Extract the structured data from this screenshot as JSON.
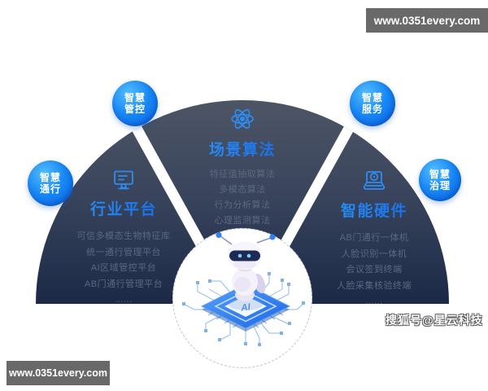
{
  "watermarks": {
    "top_right": "www.0351every.com",
    "bottom_left": "www.0351every.com",
    "credit": "搜狐号@星云科技"
  },
  "badges": {
    "top_left": {
      "line1": "智慧",
      "line2": "管控"
    },
    "top_right": {
      "line1": "智慧",
      "line2": "服务"
    },
    "mid_left": {
      "line1": "智慧",
      "line2": "通行"
    },
    "mid_right": {
      "line1": "智慧",
      "line2": "治理"
    }
  },
  "sections": {
    "left": {
      "icon": "monitor-icon",
      "title": "行业平台",
      "items": [
        "可信多模态生物特征库",
        "统一通行管理平台",
        "AI区域管控平台",
        "AB门通行管理平台",
        "......"
      ]
    },
    "center": {
      "icon": "atom-icon",
      "title": "场景算法",
      "items": [
        "特征值抽取算法",
        "多模态算法",
        "行为分析算法",
        "心理监测算法",
        "......"
      ]
    },
    "right": {
      "icon": "device-icon",
      "title": "智能硬件",
      "items": [
        "AB门通行一体机",
        "人脸识别一体机",
        "会议签到终端",
        "人脸采集核验终端",
        "......"
      ]
    }
  },
  "center_graphic": {
    "chip_label": "AI"
  },
  "colors": {
    "accent_blue": "#1d7bf2",
    "badge_blue_light": "#53bdfb",
    "badge_blue_dark": "#0a62e6",
    "dome_top": "#4d5565",
    "dome_bottom": "#1b2946",
    "item_text": "#5a6880",
    "watermark_bg": "#696969"
  }
}
